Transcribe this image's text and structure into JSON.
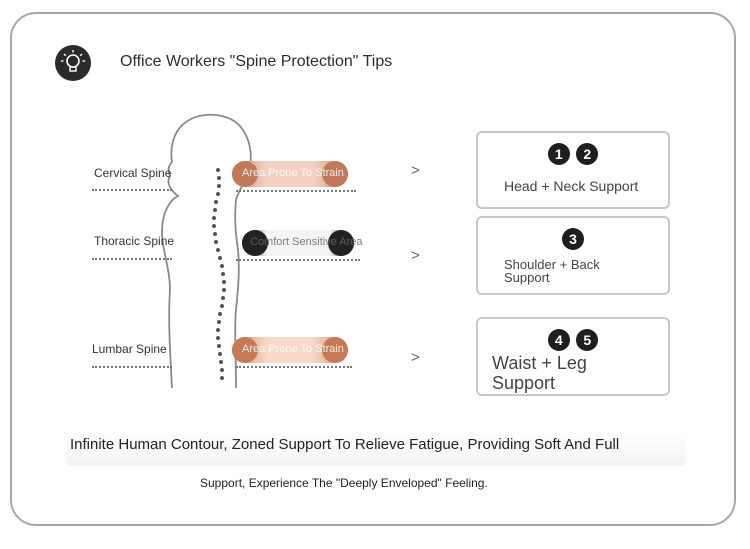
{
  "header": {
    "title": "Office Workers \"Spine Protection\" Tips",
    "icon": "lightbulb-icon"
  },
  "zones": [
    {
      "label": "Cervical Spine",
      "band_text": "Area Prone To Strain",
      "arrow": ">"
    },
    {
      "label": "Thoracic Spine",
      "band_text": "Comfort Sensitive Area",
      "arrow": ">"
    },
    {
      "label": "Lumbar Spine",
      "band_text": "Area Prone To Strain",
      "arrow": ">"
    }
  ],
  "support_boxes": [
    {
      "numbers": [
        "1",
        "2"
      ],
      "text": "Head + Neck Support"
    },
    {
      "numbers": [
        "3"
      ],
      "text_line1": "Shoulder + Back",
      "text_line2": "Support"
    },
    {
      "numbers": [
        "4",
        "5"
      ],
      "text_line1": "Waist + Leg",
      "text_line2": "Support"
    }
  ],
  "footer": {
    "line1": "Infinite Human Contour, Zoned Support To Relieve Fatigue, Providing Soft And Full",
    "line2": "Support, Experience The \"Deeply Enveloped\" Feeling."
  },
  "colors": {
    "dark": "#1e1e1e",
    "warm_band": "#c9876a",
    "border": "#a8a8a8"
  }
}
